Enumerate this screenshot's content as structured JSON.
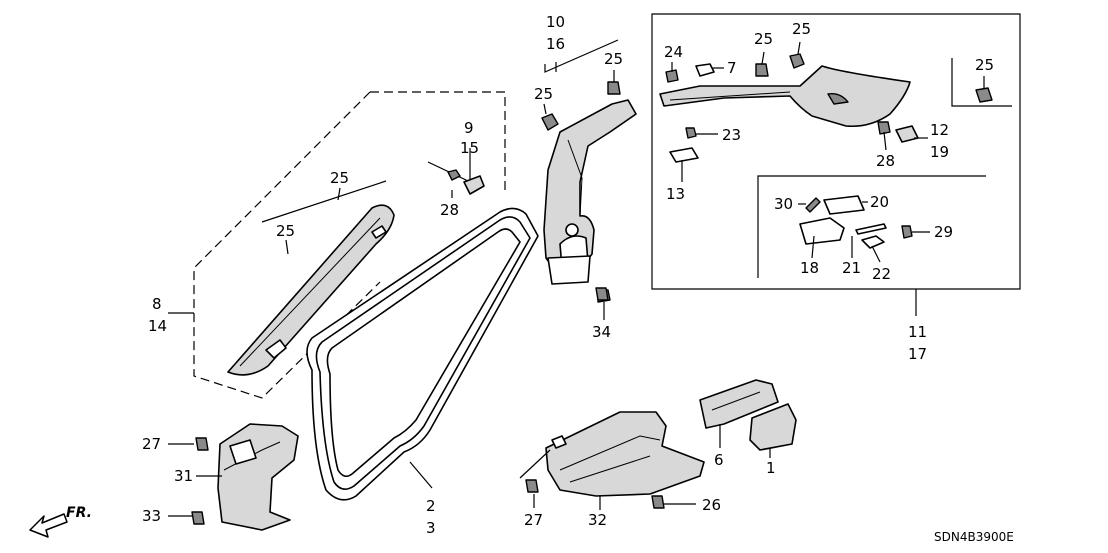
{
  "diagram_code": "SDN4B3900E",
  "direction_label": "FR.",
  "callouts": {
    "c1": "1",
    "c2": "2",
    "c3": "3",
    "c6": "6",
    "c7": "7",
    "c8": "8",
    "c9": "9",
    "c10": "10",
    "c11": "11",
    "c12": "12",
    "c13": "13",
    "c14": "14",
    "c15": "15",
    "c16": "16",
    "c17": "17",
    "c18": "18",
    "c19": "19",
    "c20": "20",
    "c21": "21",
    "c22": "22",
    "c23": "23",
    "c24": "24",
    "c25": "25",
    "c26": "26",
    "c27": "27",
    "c28": "28",
    "c29": "29",
    "c30": "30",
    "c31": "31",
    "c32": "32",
    "c33": "33",
    "c34": "34"
  }
}
